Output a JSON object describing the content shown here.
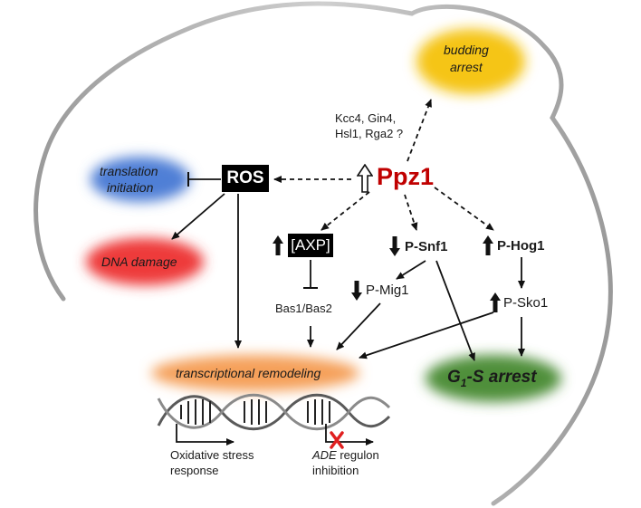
{
  "nodes": {
    "ppz1": "Ppz1",
    "ros": "ROS",
    "budding_arrest": [
      "budding",
      "arrest"
    ],
    "kinases": [
      "Kcc4, Gin4,",
      "Hsl1, Rga2 ?"
    ],
    "translation_initiation": [
      "translation",
      "initiation"
    ],
    "dna_damage": "DNA damage",
    "axp": "[AXP]",
    "p_snf1": "P-Snf1",
    "p_hog1": "P-Hog1",
    "p_mig1": "P-Mig1",
    "p_sko1": "P-Sko1",
    "bas": "Bas1/Bas2",
    "transcriptional_remodeling": "transcriptional remodeling",
    "g1s_arrest": {
      "g": "G",
      "sub": "1",
      "rest": "-S arrest"
    },
    "oxidative_stress": [
      "Oxidative stress",
      "response"
    ],
    "ade_regulon": {
      "italic": "ADE",
      "rest": " regulon",
      "line2": "inhibition"
    }
  },
  "colors": {
    "ppz1": "#c00000",
    "budding_blob": "#f5c518",
    "translation_blob": "#4f7fd6",
    "dna_blob": "#ee3b3b",
    "remodeling_blob": "#f5a05a",
    "g1s_blob": "#4f8f3a",
    "inhibition_x": "#e02020"
  }
}
